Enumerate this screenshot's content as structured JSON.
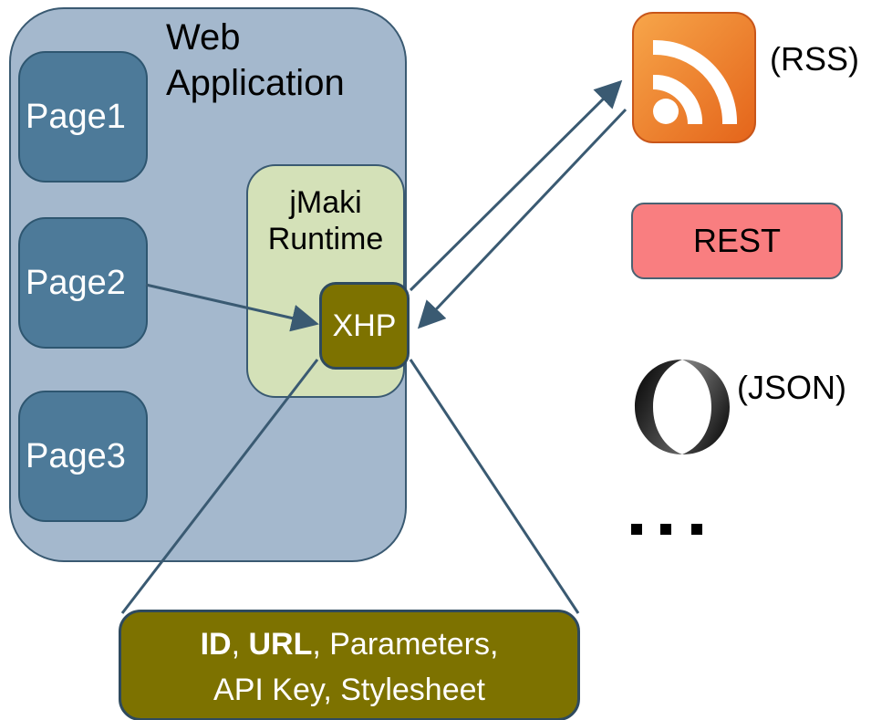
{
  "web_application": {
    "title_line1": "Web",
    "title_line2": "Application",
    "pages": [
      "Page1",
      "Page2",
      "Page3"
    ]
  },
  "jmaki_runtime": {
    "title_line1": "jMaki",
    "title_line2": "Runtime"
  },
  "xhp": {
    "label": "XHP"
  },
  "detail_box": {
    "id": "ID",
    "sep1": ", ",
    "url": "URL",
    "rest_line1": ", Parameters,",
    "line2": "API Key, Stylesheet"
  },
  "services": {
    "rss_label": "(RSS)",
    "rest_label": "REST",
    "json_label": "(JSON)"
  },
  "colors": {
    "webapp_bg": "#a4b8cd",
    "page_bg": "#4d7a99",
    "jmaki_bg": "#d4e1b8",
    "xhp_bg": "#7d7200",
    "rest_bg": "#f97e80",
    "rss_orange": "#f0811e",
    "line": "#3a5a72"
  }
}
